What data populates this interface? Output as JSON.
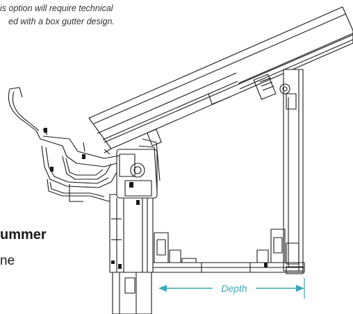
{
  "note": {
    "line1": "is option will require technical",
    "line2": "ed with a box gutter design."
  },
  "heading": {
    "title": "ummer",
    "subtitle": "ne"
  },
  "dimension": {
    "label": "Depth",
    "color": "#3aa8b8"
  },
  "line_color": "#1a1a1a"
}
